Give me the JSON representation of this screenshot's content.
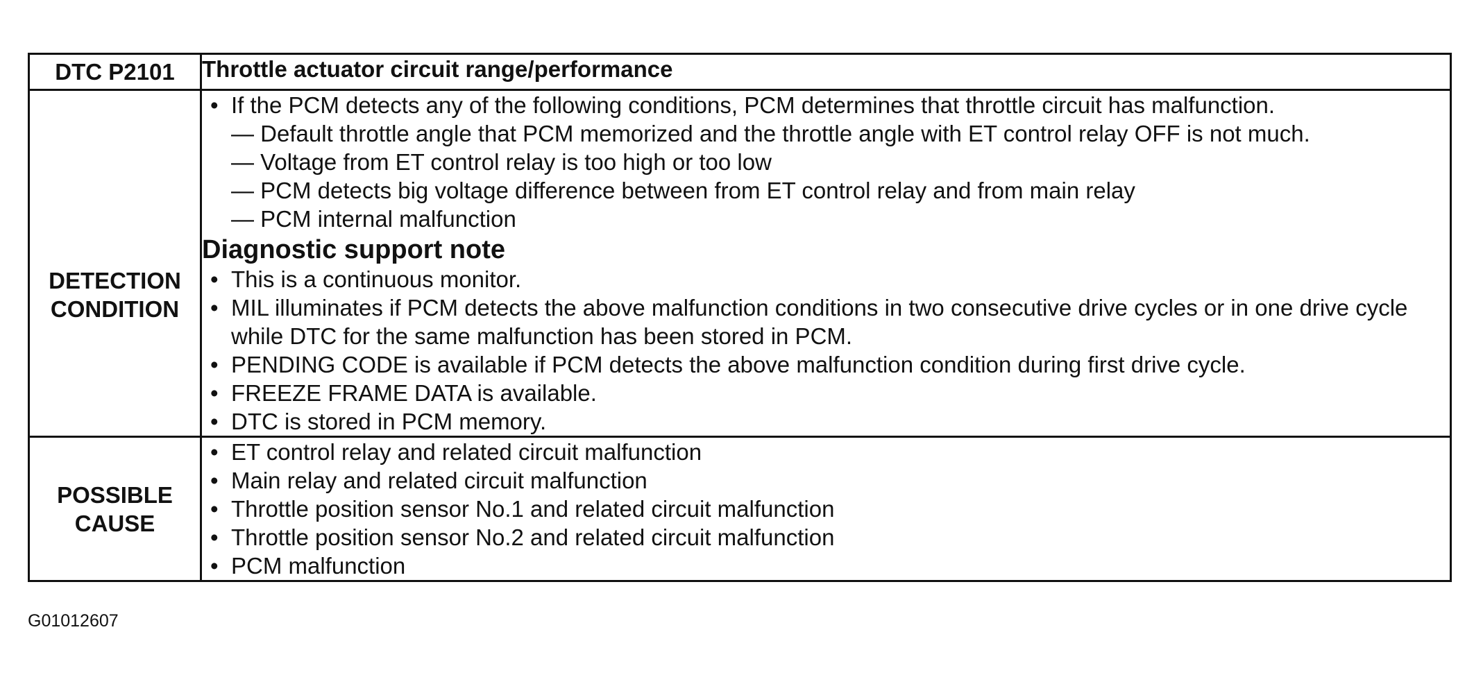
{
  "header": {
    "code": "DTC P2101",
    "title": "Throttle actuator circuit range/performance"
  },
  "detection": {
    "label_line1": "DETECTION",
    "label_line2": "CONDITION",
    "intro": "If the PCM detects any of the following conditions, PCM determines that throttle circuit has malfunction.",
    "conditions": [
      "— Default throttle angle that PCM memorized and the throttle angle with ET control relay OFF is not much.",
      "— Voltage from ET control relay is too high or too low",
      "— PCM detects big voltage difference between from ET control relay and from main relay",
      "— PCM internal malfunction"
    ],
    "support_heading": "Diagnostic support note",
    "support_notes": [
      "This is a continuous monitor.",
      "MIL illuminates if PCM detects the above malfunction conditions in two consecutive drive cycles or in one drive cycle while DTC for the same malfunction has been stored in PCM.",
      "PENDING CODE is available if PCM detects the above malfunction condition during first drive cycle.",
      "FREEZE FRAME DATA is available.",
      "DTC is stored in PCM memory."
    ]
  },
  "possible_cause": {
    "label_line1": "POSSIBLE",
    "label_line2": "CAUSE",
    "causes": [
      "ET control relay and related circuit malfunction",
      "Main relay and related circuit malfunction",
      "Throttle position sensor No.1 and related circuit malfunction",
      "Throttle position sensor No.2 and related circuit malfunction",
      "PCM malfunction"
    ]
  },
  "figure_id": "G01012607",
  "bullet_glyph": "•"
}
